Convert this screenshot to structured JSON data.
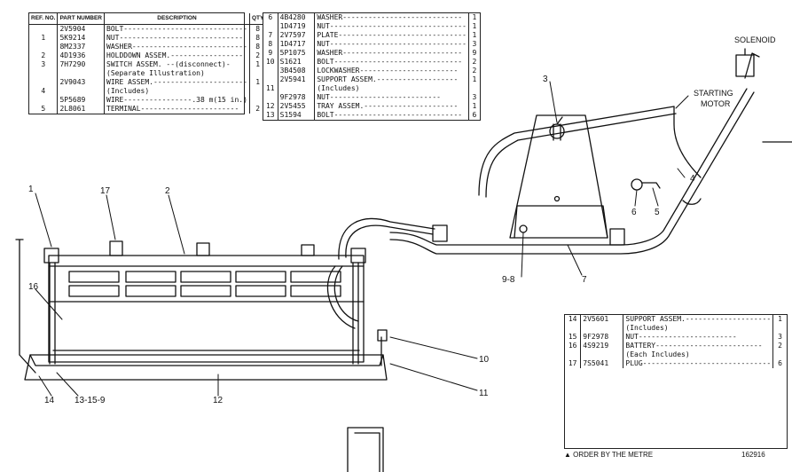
{
  "table_left": {
    "headers": {
      "ref": "REF. NO.",
      "part": "PART NUMBER",
      "desc": "DESCRIPTION",
      "qty": "QTY"
    },
    "rows": [
      {
        "ref": "",
        "part": "2V5904",
        "desc": "BOLT-----------------------------",
        "qty": "8"
      },
      {
        "ref": "1",
        "part": "5K9214",
        "desc": "NUT-----------------------------",
        "qty": "8"
      },
      {
        "ref": "",
        "part": "8M2337",
        "desc": "WASHER---------------------------",
        "qty": "8"
      },
      {
        "ref": "2",
        "part": "4D1936",
        "desc": "HOLDDOWN ASSEM.-----------------",
        "qty": "2"
      },
      {
        "ref": "3",
        "part": "7H7290",
        "desc": "SWITCH ASSEM. --(disconnect)-",
        "qty": "1"
      },
      {
        "ref": "",
        "part": "",
        "desc": "(Separate Illustration)",
        "qty": ""
      },
      {
        "ref": "",
        "part": "2V9043",
        "desc": "WIRE ASSEM.----------------------",
        "qty": "1"
      },
      {
        "ref": "4",
        "part": "",
        "desc": "(Includes)",
        "qty": ""
      },
      {
        "ref": "",
        "part": "5P5689",
        "desc": "WIRE----------------.38 m(15 in.)",
        "qty": ""
      },
      {
        "ref": "5",
        "part": "2L8061",
        "desc": "TERMINAL-----------------------",
        "qty": "2"
      }
    ]
  },
  "table_mid": {
    "rows": [
      {
        "ref": "6",
        "part": "4B4280",
        "desc": "WASHER----------------------------",
        "qty": "1"
      },
      {
        "ref": "",
        "part": "1D4719",
        "desc": "NUT--------------------------------",
        "qty": "1"
      },
      {
        "ref": "7",
        "part": "2V7597",
        "desc": "PLATE------------------------------",
        "qty": "1"
      },
      {
        "ref": "8",
        "part": "1D4717",
        "desc": "NUT--------------------------------",
        "qty": "3"
      },
      {
        "ref": "9",
        "part": "5P1075",
        "desc": "WASHER----------------------------",
        "qty": "9"
      },
      {
        "ref": "10",
        "part": "S1621",
        "desc": "BOLT------------------------------",
        "qty": "2"
      },
      {
        "ref": "",
        "part": "3B4508",
        "desc": "LOCKWASHER-----------------------",
        "qty": "2"
      },
      {
        "ref": "",
        "part": "2V5941",
        "desc": "SUPPORT ASSEM.-------------------",
        "qty": "1"
      },
      {
        "ref": "11",
        "part": "",
        "desc": "(Includes)",
        "qty": ""
      },
      {
        "ref": "",
        "part": "9F2978",
        "desc": "NUT--------------------------",
        "qty": "3"
      },
      {
        "ref": "12",
        "part": "2V5455",
        "desc": "TRAY ASSEM.----------------------",
        "qty": "1"
      },
      {
        "ref": "13",
        "part": "S1594",
        "desc": "BOLT------------------------------",
        "qty": "6"
      }
    ]
  },
  "table_right": {
    "rows": [
      {
        "ref": "14",
        "part": "2V5601",
        "desc": "SUPPORT ASSEM.--------------------",
        "qty": "1"
      },
      {
        "ref": "",
        "part": "",
        "desc": "(Includes)",
        "qty": ""
      },
      {
        "ref": "15",
        "part": "9F2978",
        "desc": "NUT-----------------------",
        "qty": "3"
      },
      {
        "ref": "16",
        "part": "4S9219",
        "desc": "BATTERY-------------------------",
        "qty": "2"
      },
      {
        "ref": "",
        "part": "",
        "desc": "(Each Includes)",
        "qty": ""
      },
      {
        "ref": "17",
        "part": "7S5041",
        "desc": "PLUG------------------------------",
        "qty": "6"
      }
    ]
  },
  "labels": {
    "solenoid": "SOLENOID",
    "starting": "STARTING",
    "motor": "MOTOR"
  },
  "callouts": {
    "c1": "1",
    "c17": "17",
    "c2": "2",
    "c16": "16",
    "c3": "3",
    "c4": "4",
    "c5": "5",
    "c6": "6",
    "c7": "7",
    "c98": "9-8",
    "c10": "10",
    "c11": "11",
    "c12": "12",
    "c14": "14",
    "c13159": "13-15-9"
  },
  "footer": {
    "order_note": "ORDER BY THE METRE",
    "figure_number": "162916"
  }
}
